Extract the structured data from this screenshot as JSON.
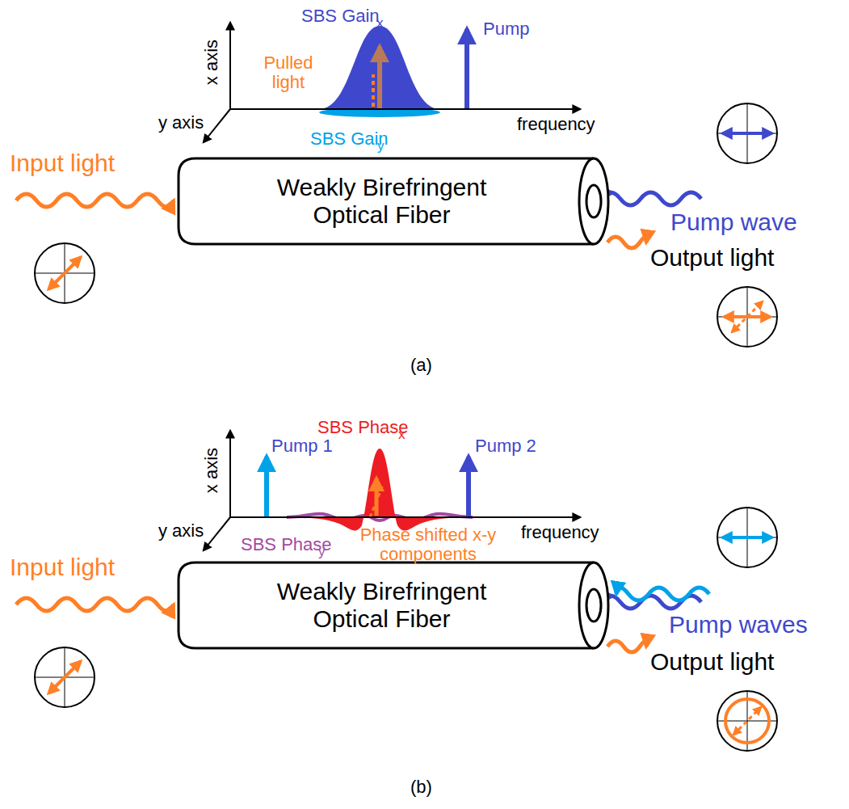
{
  "diagram": {
    "nodes": [
      {
        "text": [
          "Weakly Birefringent Optical Fiber"
        ]
      },
      {
        "text": [
          "Weakly Birefringent Optical Fiber"
        ]
      }
    ],
    "labels": [
      "SBS Gain",
      "x",
      "Pump",
      "Pulled light",
      "x axis",
      "y axis",
      "frequency",
      "SBS Gain",
      "y",
      "Input light",
      "Pump wave",
      "Output light",
      "(a)",
      "SBS Phase",
      "x",
      "Pump 1",
      "Pump 2",
      "x axis",
      "y axis",
      "frequency",
      "SBS Phase",
      "y",
      "Phase shifted x-y components",
      "Input light",
      "Pump waves",
      "Output light",
      "(b)"
    ]
  }
}
